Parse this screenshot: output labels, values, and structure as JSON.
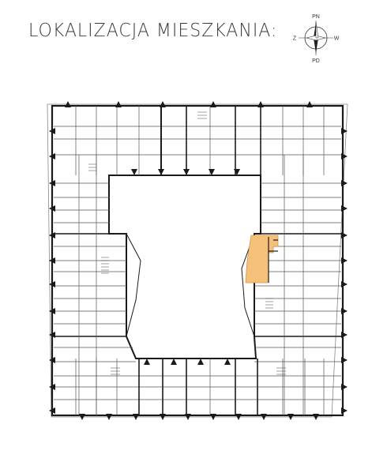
{
  "title": "LOKALIZACJA MIESZKANIA:",
  "compass": {
    "north": "PN",
    "south": "PD",
    "east": "W",
    "west": "Z"
  },
  "colors": {
    "highlight": "#F4C07A",
    "highlight_stroke": "#d9963e",
    "wall": "#1a1a1a",
    "line": "#555555",
    "background": "#ffffff"
  },
  "icons": [
    "compass-rose-icon",
    "direction-arrow-icon"
  ]
}
